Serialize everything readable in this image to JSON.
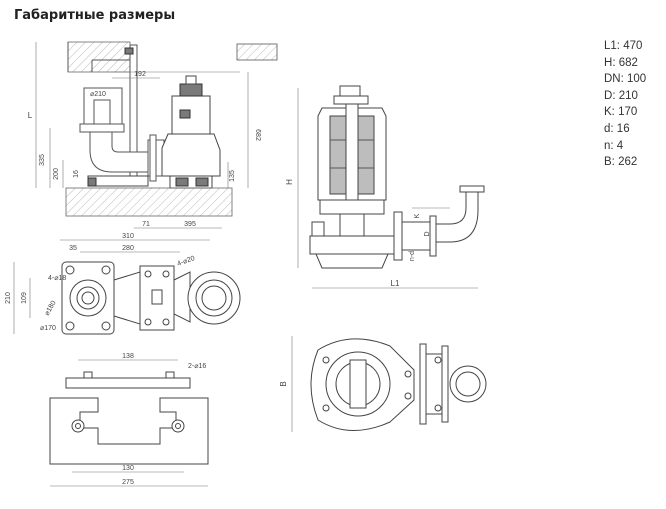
{
  "page": {
    "title": "Габаритные размеры"
  },
  "specs": [
    {
      "label": "L1",
      "value": "470"
    },
    {
      "label": "H",
      "value": "682"
    },
    {
      "label": "DN",
      "value": "100"
    },
    {
      "label": "D",
      "value": "210"
    },
    {
      "label": "K",
      "value": "170"
    },
    {
      "label": "d",
      "value": "16"
    },
    {
      "label": "n",
      "value": "4"
    },
    {
      "label": "B",
      "value": "262"
    }
  ],
  "drawing_labels": {
    "install_192": "192",
    "install_d210": "⌀210",
    "install_l": "L",
    "install_682": "682",
    "install_335": "335",
    "install_200": "200",
    "install_16": "16",
    "install_135": "135",
    "install_71": "71",
    "install_395": "395",
    "plan_310": "310",
    "plan_280": "280",
    "plan_35": "35",
    "plan_4d18": "4-⌀18",
    "plan_4d20": "4-⌀20",
    "plan_d180": "⌀180",
    "plan_d170": "⌀170",
    "plan_210": "210",
    "plan_109": "109",
    "base_138": "138",
    "base_2d16": "2-⌀16",
    "base_130": "130",
    "base_275": "275",
    "side_h": "H",
    "side_k": "K",
    "side_d": "D",
    "side_nd": "n-d",
    "side_l1": "L1",
    "top_b": "B"
  }
}
